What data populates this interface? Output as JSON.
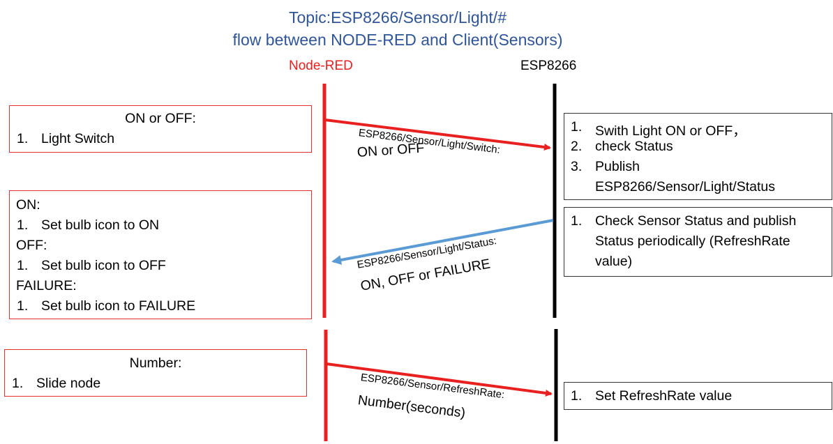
{
  "title": {
    "line1": "Topic:ESP8266/Sensor/Light/#",
    "line2": "flow between NODE-RED and Client(Sensors)"
  },
  "participants": {
    "left": "Node-RED",
    "right": "ESP8266"
  },
  "colors": {
    "node_red": "#e82020",
    "esp": "#000000",
    "status_arrow": "#5b9bd5",
    "title": "#2f5597"
  },
  "left_boxes": {
    "onoff": {
      "title": "ON or OFF:",
      "item_num": "1.",
      "item": "Light Switch"
    },
    "status": {
      "on_label": "ON:",
      "on_num": "1.",
      "on_item": "Set bulb icon to ON",
      "off_label": "OFF:",
      "off_num": "1.",
      "off_item": "Set bulb icon to OFF",
      "failure_label": "FAILURE:",
      "failure_num": "1.",
      "failure_item": "Set bulb icon to FAILURE"
    },
    "number": {
      "title": "Number:",
      "item_num": "1.",
      "item": "Slide node"
    }
  },
  "right_boxes": {
    "switch": {
      "items": [
        {
          "num": "1.",
          "text": "Swith Light ON or OFF，"
        },
        {
          "num": "2.",
          "text": "check Status"
        },
        {
          "num": "3.",
          "text": "Publish"
        }
      ],
      "continuation": "ESP8266/Sensor/Light/Status"
    },
    "status": {
      "num": "1.",
      "line1": "Check Sensor Status and publish",
      "line2": "Status periodically (RefreshRate",
      "line3": "value)"
    },
    "refresh": {
      "num": "1.",
      "text": "Set RefreshRate value"
    }
  },
  "messages": {
    "switch": {
      "topic": "ESP8266/Sensor/Light/Switch:",
      "payload": "ON or OFF"
    },
    "status": {
      "topic": "ESP8266/Sensor/Light/Status:",
      "payload": "ON, OFF or FAILURE"
    },
    "refresh": {
      "topic": "ESP8266/Sensor/RefreshRate:",
      "payload": "Number(seconds)"
    }
  }
}
